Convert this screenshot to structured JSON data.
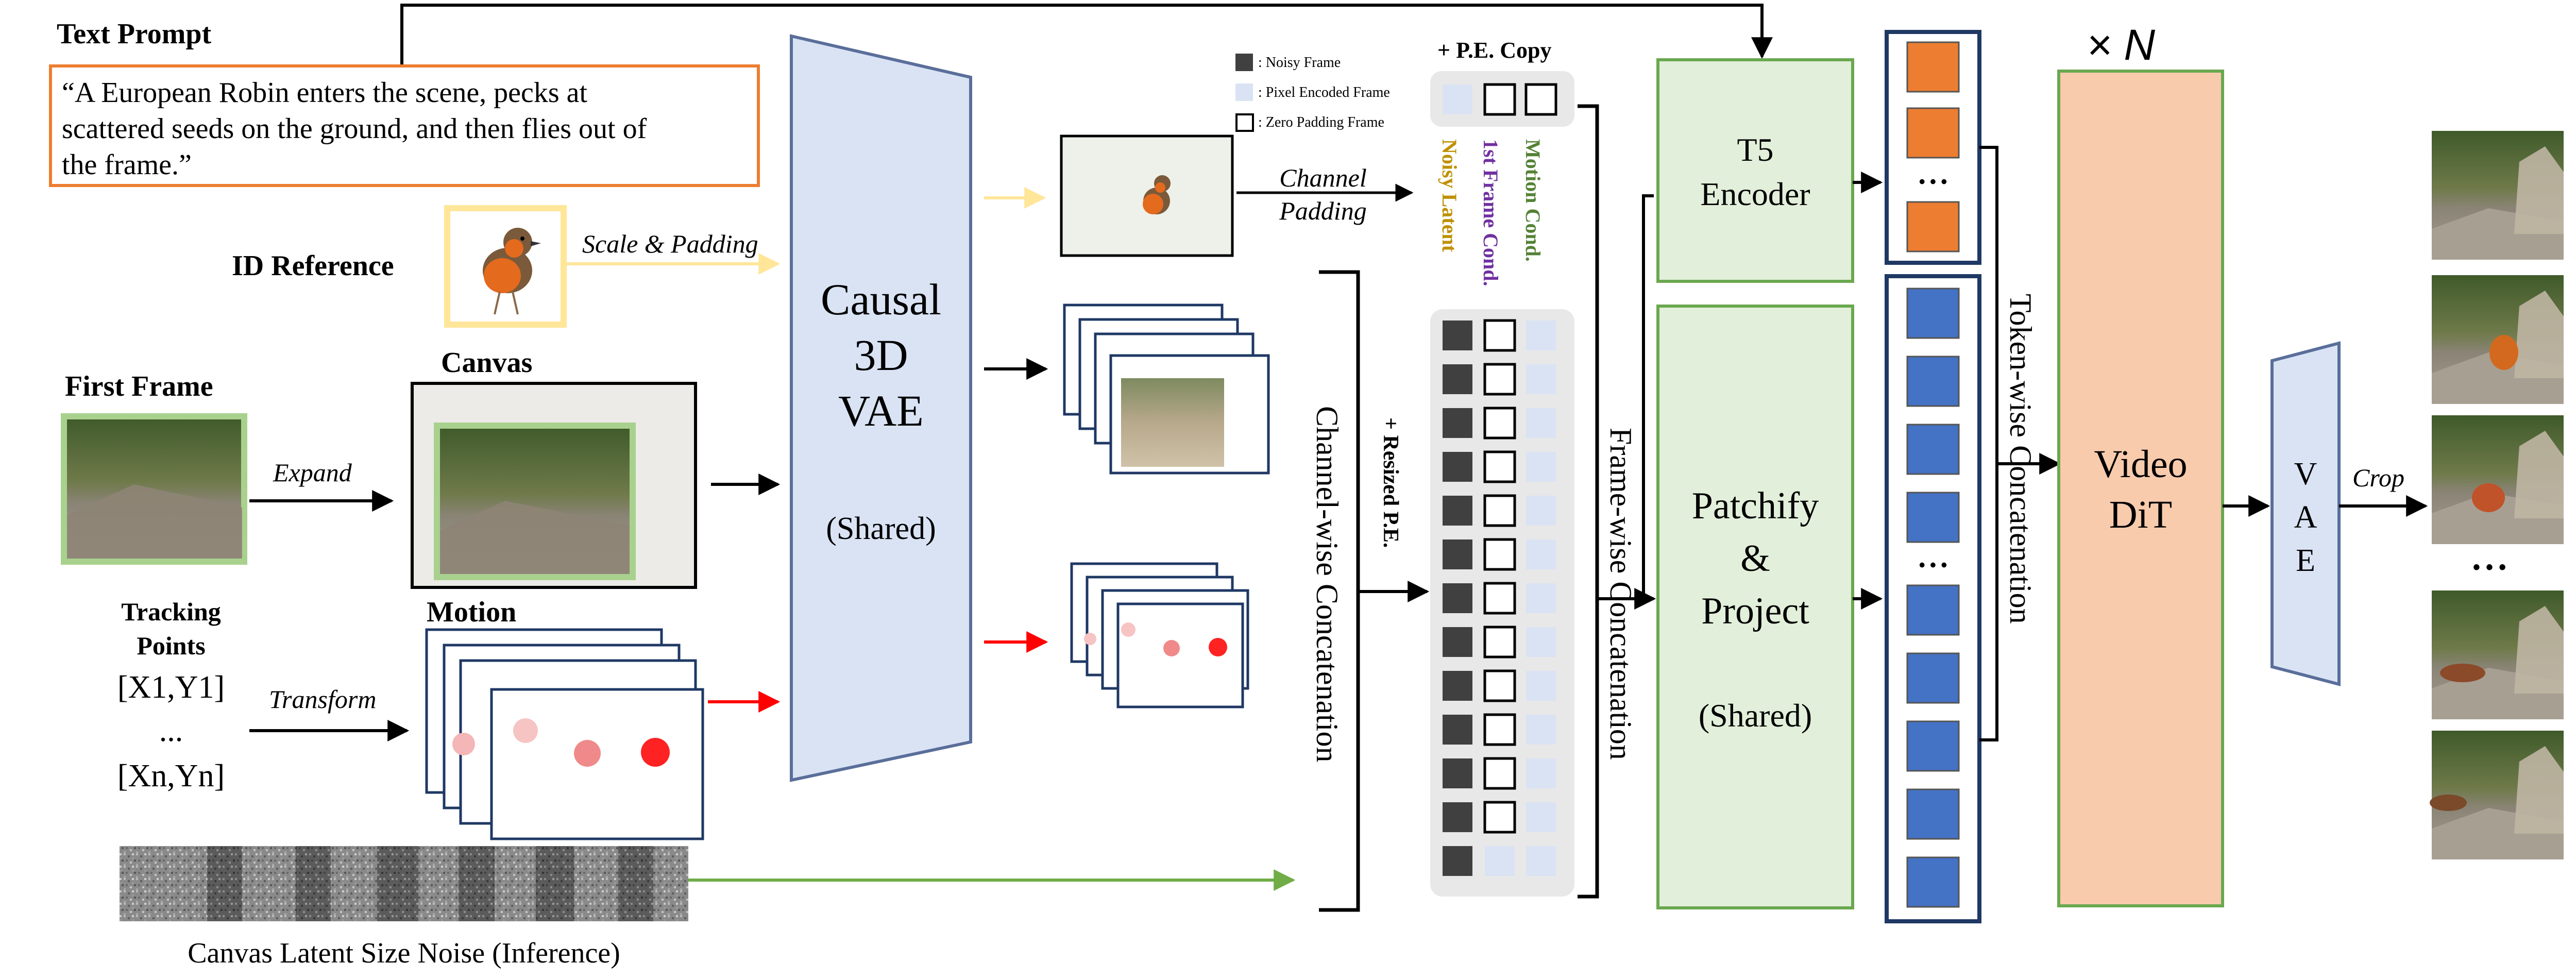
{
  "text_prompt": {
    "title": "Text Prompt",
    "lines": [
      "“A European Robin enters the scene, pecks at",
      "scattered seeds on the ground, and then flies out of",
      "the frame.”"
    ]
  },
  "inputs": {
    "id_reference": "ID Reference",
    "scale_padding": "Scale & Padding",
    "first_frame": "First Frame",
    "expand": "Expand",
    "canvas": "Canvas",
    "tracking_points": [
      "Tracking",
      "Points"
    ],
    "coords": [
      "[X1,Y1]",
      "...",
      "[Xn,Yn]"
    ],
    "transform": "Transform",
    "motion": "Motion",
    "noise": "Canvas Latent Size Noise (Inference)"
  },
  "vae_encoder": {
    "lines": [
      "Causal",
      "3D",
      "VAE"
    ],
    "sub": "(Shared)"
  },
  "middle": {
    "channel_padding": [
      "Channel",
      "Padding"
    ],
    "channel_wise": "Channel-wise  Concatenation",
    "resized_pe": "+ Resized P.E.",
    "pe_copy": "+ P.E. Copy",
    "legend": {
      "noisy": ": Noisy Frame",
      "pixel": ": Pixel Encoded Frame",
      "zero": ": Zero Padding Frame"
    },
    "col_labels": {
      "noisy_latent": "Noisy Latent",
      "frame_cond": "1st Frame Cond.",
      "motion_cond": "Motion Cond."
    },
    "frame_wise": "Frame-wise  Concatenation"
  },
  "right": {
    "t5": [
      "T5",
      "Encoder"
    ],
    "patchify": [
      "Patchify",
      "&",
      "Project"
    ],
    "patchify_sub": "(Shared)",
    "token_wise": "Token-wise  Concatenation",
    "times_n": "× N",
    "dit": [
      "Video",
      "DiT"
    ],
    "vae_dec": [
      "V",
      "A",
      "E"
    ],
    "crop": "Crop",
    "dots": "• • •"
  },
  "colors": {
    "vae_fill": "#d9e3f4",
    "vae_stroke": "#5a6e9a",
    "green_fill": "#e2efda",
    "green_stroke": "#6aa84f",
    "dit_fill": "#f8cbad",
    "orange_token": "#ed7d31",
    "blue_token": "#4472c4",
    "token_frame": "#1f3864",
    "prompt_border": "#ed7d31",
    "id_border": "#ffe699",
    "first_frame_border": "#a9d18e",
    "noisy_dark": "#404040",
    "pixel_light": "#dae3f3",
    "motion_red": "#ff0000",
    "yellow_arrow": "#ffe699",
    "green_arrow": "#70ad47",
    "noise_col": "#9c27b0",
    "motion_col": "#548235",
    "latent_col": "#bf9000"
  }
}
